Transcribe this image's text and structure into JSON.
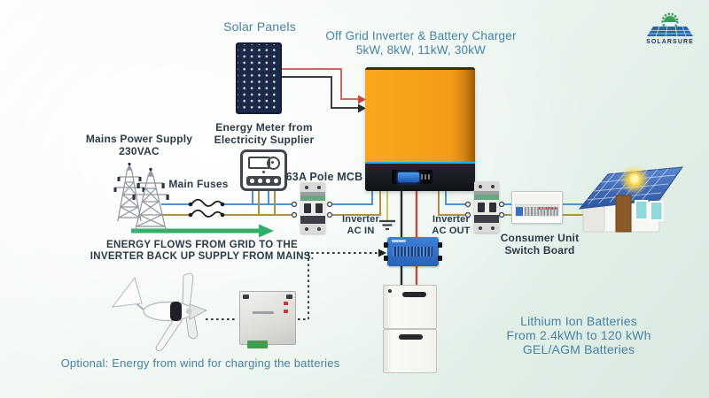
{
  "brand": {
    "name": "SOLARSURE"
  },
  "headings": {
    "solar_panels": "Solar Panels",
    "inverter_line1": "Off Grid Inverter & Battery Charger",
    "inverter_line2": "5kW, 8kW, 11kW, 30kW"
  },
  "labels": {
    "mains_line1": "Mains Power Supply",
    "mains_line2": "230VAC",
    "main_fuses": "Main Fuses",
    "meter_line1": "Energy Meter from",
    "meter_line2": "Electricity Supplier",
    "mcb": "63A Pole MCB",
    "ac_in_line1": "Inverter",
    "ac_in_line2": "AC IN",
    "ac_out_line1": "Inverter",
    "ac_out_line2": "AC OUT",
    "consumer_line1": "Consumer Unit",
    "consumer_line2": "Switch Board",
    "flow_line1": "ENERGY FLOWS FROM GRID TO THE",
    "flow_line2": "INVERTER BACK UP SUPPLY FROM MAINS.",
    "battery_line1": "Lithium Ion Batteries",
    "battery_line2": "From 2.4kWh to 120 kWh",
    "battery_line3": "GEL/AGM Batteries",
    "optional_wind": "Optional: Energy from wind for charging the batteries"
  },
  "colors": {
    "heading_teal": "#4682a5",
    "text_dark": "#2d3a47",
    "inverter_orange": "#f59b17",
    "wire_blue": "#5590c8",
    "wire_tan": "#ad9148",
    "wire_ground_yellow_green": "#c6c75f",
    "wire_red": "#c8463c",
    "wire_black": "#2a2a2a",
    "flow_arrow_green": "#2fb068",
    "busbar_blue": "#2e6fc9",
    "logo_green": "#35a257",
    "logo_navy": "#23355c"
  }
}
